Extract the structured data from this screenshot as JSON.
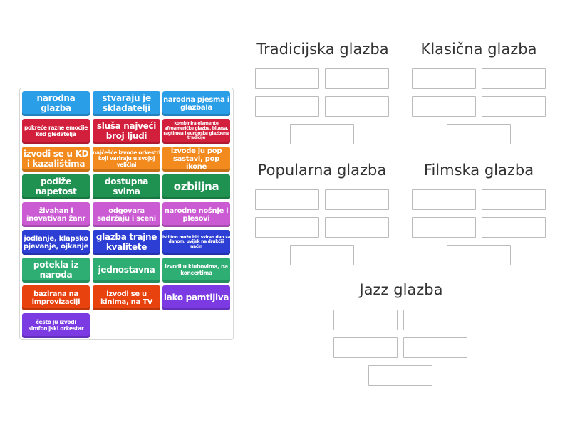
{
  "tiles": [
    {
      "text": "narodna glazba",
      "color": "#2b9ee8",
      "size": "s14"
    },
    {
      "text": "stvaraju je skladatelji",
      "color": "#2b9ee8",
      "size": "s14"
    },
    {
      "text": "narodna pjesma i glazbala",
      "color": "#2b9ee8",
      "size": "s11"
    },
    {
      "text": "pokreće razne emocije kod gledatelja",
      "color": "#d21f3c",
      "size": "s8"
    },
    {
      "text": "sluša najveći broj ljudi",
      "color": "#d21f3c",
      "size": "s14"
    },
    {
      "text": "kombinira elemente afroameričke glazbe, bluesa, ragtimea i europske glazbene tradicije",
      "color": "#d21f3c",
      "size": "s6"
    },
    {
      "text": "izvodi se u KD i kazalištima",
      "color": "#f38a1d",
      "size": "s14"
    },
    {
      "text": "najčešće izvode orkestri koji variraju u svojoj veličini",
      "color": "#f38a1d",
      "size": "s8"
    },
    {
      "text": "izvode ju pop sastavi, pop ikone",
      "color": "#f38a1d",
      "size": "s11"
    },
    {
      "text": "podiže napetost",
      "color": "#1f9150",
      "size": "s14"
    },
    {
      "text": "dostupna svima",
      "color": "#1f9150",
      "size": "s14"
    },
    {
      "text": "ozbiljna",
      "color": "#1f9150",
      "size": "s16"
    },
    {
      "text": "živahan i inovativan žanr",
      "color": "#cb5bd3",
      "size": "s11"
    },
    {
      "text": "odgovara sadržaju i sceni",
      "color": "#cb5bd3",
      "size": "s11"
    },
    {
      "text": "narodne nošnje i plesovi",
      "color": "#cb5bd3",
      "size": "s11"
    },
    {
      "text": "jodlanje, klapsko pjevanje, ojkanje",
      "color": "#2c3ed3",
      "size": "s11"
    },
    {
      "text": "glazba trajne kvalitete",
      "color": "#2c3ed3",
      "size": "s14"
    },
    {
      "text": "isti ton može biti sviran dan za danom, uvijek na drukčiji način",
      "color": "#2c3ed3",
      "size": "s6"
    },
    {
      "text": "potekla iz naroda",
      "color": "#2eae73",
      "size": "s14"
    },
    {
      "text": "jednostavna",
      "color": "#2eae73",
      "size": "s14"
    },
    {
      "text": "izvodi u klubovima, na koncertima",
      "color": "#2eae73",
      "size": "s8"
    },
    {
      "text": "bazirana na improvizaciji",
      "color": "#e8420f",
      "size": "s11"
    },
    {
      "text": "izvodi se u kinima, na TV",
      "color": "#e8420f",
      "size": "s11"
    },
    {
      "text": "lako pamtljiva",
      "color": "#7b3ae2",
      "size": "s14"
    },
    {
      "text": "često ju izvodi simfonijski orkestar",
      "color": "#7b3ae2",
      "size": "s8"
    }
  ],
  "groups": [
    {
      "title": "Tradicijska glazba"
    },
    {
      "title": "Klasična glazba"
    },
    {
      "title": "Popularna glazba"
    },
    {
      "title": "Filmska glazba"
    },
    {
      "title": "Jazz glazba"
    }
  ]
}
